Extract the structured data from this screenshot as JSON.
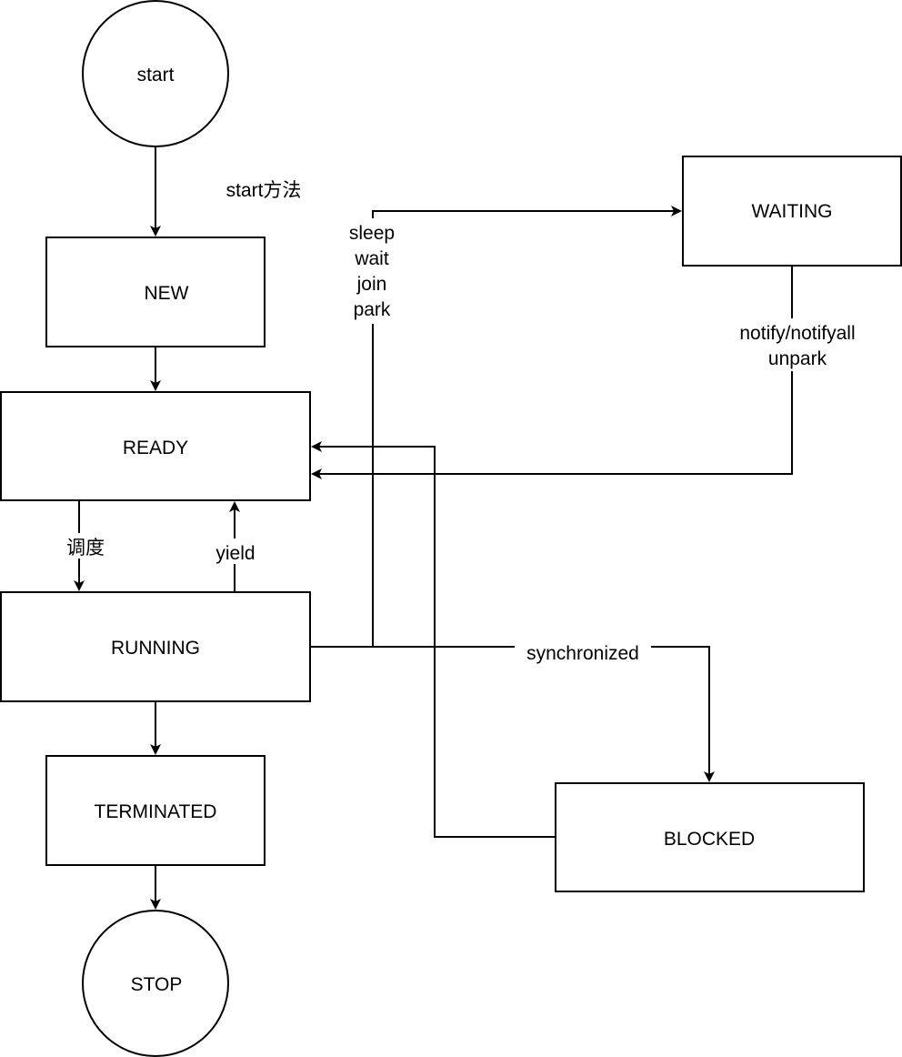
{
  "diagram": {
    "nodes": {
      "start": "start",
      "new": "NEW",
      "ready": "READY",
      "running": "RUNNING",
      "terminated": "TERMINATED",
      "stop": "STOP",
      "waiting": "WAITING",
      "blocked": "BLOCKED"
    },
    "edges": {
      "start_method": "start方法",
      "dispatch": "调度",
      "yield": "yield",
      "wait_calls": [
        "sleep",
        "wait",
        "join",
        "park"
      ],
      "notify": [
        "notify/notifyall",
        "unpark"
      ],
      "synchronized": "synchronized"
    }
  }
}
